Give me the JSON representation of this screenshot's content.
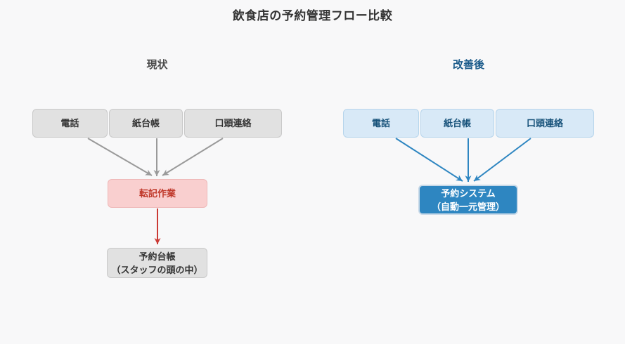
{
  "title": "飲食店の予約管理フロー比較",
  "current": {
    "header": "現状",
    "sources": [
      "電話",
      "紙台帳",
      "口頭連絡"
    ],
    "process": "転記作業",
    "result": {
      "line1": "予約台帳",
      "line2": "（スタッフの頭の中）"
    }
  },
  "improved": {
    "header": "改善後",
    "sources": [
      "電話",
      "紙台帳",
      "口頭連絡"
    ],
    "system": {
      "line1": "予約システム",
      "line2": "（自動一元管理）"
    }
  },
  "colors": {
    "page-bg": "#f8f8f9",
    "title-text": "#333333",
    "current-header-text": "#4a4a4a",
    "improved-header-text": "#1a5a8a",
    "gray-box-bg": "#e1e1e1",
    "gray-box-border": "#c9c9c9",
    "gray-box-text": "#333333",
    "pink-box-bg": "#f9cfcf",
    "pink-box-border": "#eeb8b8",
    "pink-box-text": "#c0392b",
    "blue-light-box-bg": "#d8e9f7",
    "blue-light-box-border": "#b7d5ec",
    "blue-light-box-text": "#17527a",
    "blue-box-bg": "#2e86c1",
    "blue-box-border": "#c8d9e8",
    "blue-box-text": "#ffffff",
    "arrow-gray": "#9a9a9a",
    "arrow-red": "#cb3a35",
    "arrow-blue": "#2e86c1"
  }
}
